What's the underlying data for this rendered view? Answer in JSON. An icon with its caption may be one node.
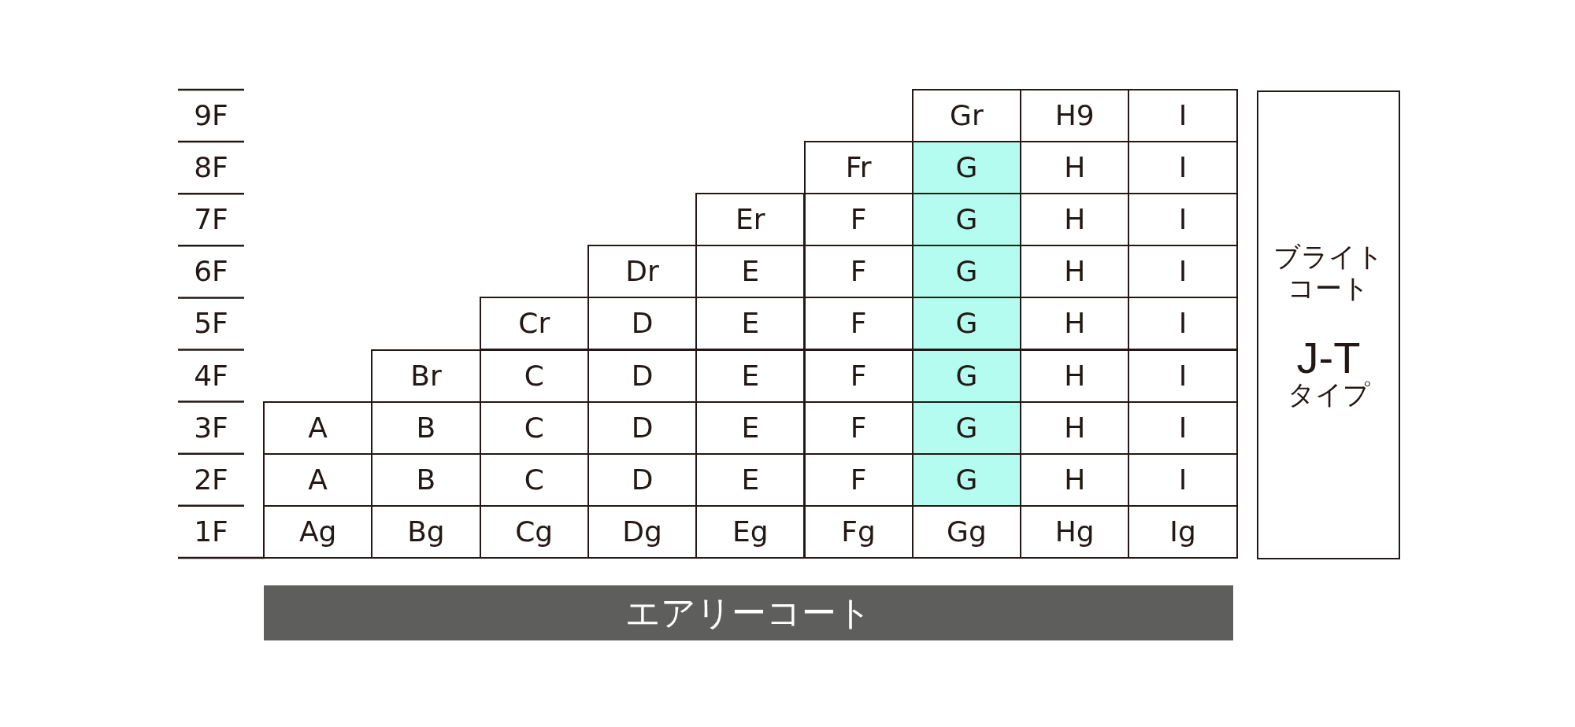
{
  "diagram": {
    "nodes": [
      {
        "text": [
          "Gr"
        ]
      },
      {
        "text": [
          "H9"
        ]
      },
      {
        "text": [
          "I"
        ]
      },
      {
        "text": [
          "Fr"
        ]
      },
      {
        "text": [
          "G"
        ]
      },
      {
        "text": [
          "H"
        ]
      },
      {
        "text": [
          "I"
        ]
      },
      {
        "text": [
          "Er"
        ]
      },
      {
        "text": [
          "F"
        ]
      },
      {
        "text": [
          "G"
        ]
      },
      {
        "text": [
          "H"
        ]
      },
      {
        "text": [
          "I"
        ]
      },
      {
        "text": [
          "Dr"
        ]
      },
      {
        "text": [
          "E"
        ]
      },
      {
        "text": [
          "F"
        ]
      },
      {
        "text": [
          "G"
        ]
      },
      {
        "text": [
          "H"
        ]
      },
      {
        "text": [
          "I"
        ]
      },
      {
        "text": [
          "Cr"
        ]
      },
      {
        "text": [
          "D"
        ]
      },
      {
        "text": [
          "E"
        ]
      },
      {
        "text": [
          "F"
        ]
      },
      {
        "text": [
          "G"
        ]
      },
      {
        "text": [
          "H"
        ]
      },
      {
        "text": [
          "I"
        ]
      },
      {
        "text": [
          "Br"
        ]
      },
      {
        "text": [
          "C"
        ]
      },
      {
        "text": [
          "D"
        ]
      },
      {
        "text": [
          "E"
        ]
      },
      {
        "text": [
          "F"
        ]
      },
      {
        "text": [
          "G"
        ]
      },
      {
        "text": [
          "H"
        ]
      },
      {
        "text": [
          "I"
        ]
      },
      {
        "text": [
          "A"
        ]
      },
      {
        "text": [
          "B"
        ]
      },
      {
        "text": [
          "C"
        ]
      },
      {
        "text": [
          "D"
        ]
      },
      {
        "text": [
          "E"
        ]
      },
      {
        "text": [
          "F"
        ]
      },
      {
        "text": [
          "G"
        ]
      },
      {
        "text": [
          "H"
        ]
      },
      {
        "text": [
          "I"
        ]
      },
      {
        "text": [
          "A"
        ]
      },
      {
        "text": [
          "B"
        ]
      },
      {
        "text": [
          "C"
        ]
      },
      {
        "text": [
          "D"
        ]
      },
      {
        "text": [
          "E"
        ]
      },
      {
        "text": [
          "F"
        ]
      },
      {
        "text": [
          "G"
        ]
      },
      {
        "text": [
          "H"
        ]
      },
      {
        "text": [
          "I"
        ]
      },
      {
        "text": [
          "Ag"
        ]
      },
      {
        "text": [
          "Bg"
        ]
      },
      {
        "text": [
          "Cg"
        ]
      },
      {
        "text": [
          "Dg"
        ]
      },
      {
        "text": [
          "Eg"
        ]
      },
      {
        "text": [
          "Fg"
        ]
      },
      {
        "text": [
          "Gg"
        ]
      },
      {
        "text": [
          "Hg"
        ]
      },
      {
        "text": [
          "Ig"
        ]
      },
      {
        "text": [
          "ブライトコート",
          "J-T",
          "タイプ"
        ]
      },
      {
        "text": [
          "エアリーコート"
        ]
      }
    ],
    "labels": [
      "9F",
      "8F",
      "7F",
      "6F",
      "5F",
      "4F",
      "3F",
      "2F",
      "1F"
    ]
  }
}
